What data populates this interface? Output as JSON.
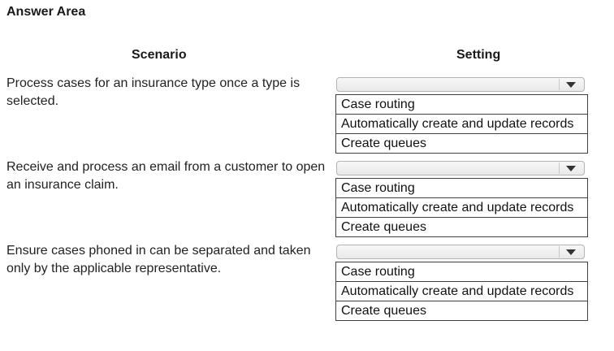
{
  "header": {
    "title": "Answer Area",
    "scenario_col": "Scenario",
    "setting_col": "Setting"
  },
  "rows": [
    {
      "scenario": "Process cases for an insurance type once a type is selected.",
      "options": [
        "Case routing",
        "Automatically create and update records",
        "Create queues"
      ]
    },
    {
      "scenario": "Receive and process an email from a customer to open an insurance claim.",
      "options": [
        "Case routing",
        "Automatically create and update records",
        "Create queues"
      ]
    },
    {
      "scenario": "Ensure cases phoned in can be separated and taken only by the applicable representative.",
      "options": [
        "Case routing",
        "Automatically create and update records",
        "Create queues"
      ]
    }
  ]
}
